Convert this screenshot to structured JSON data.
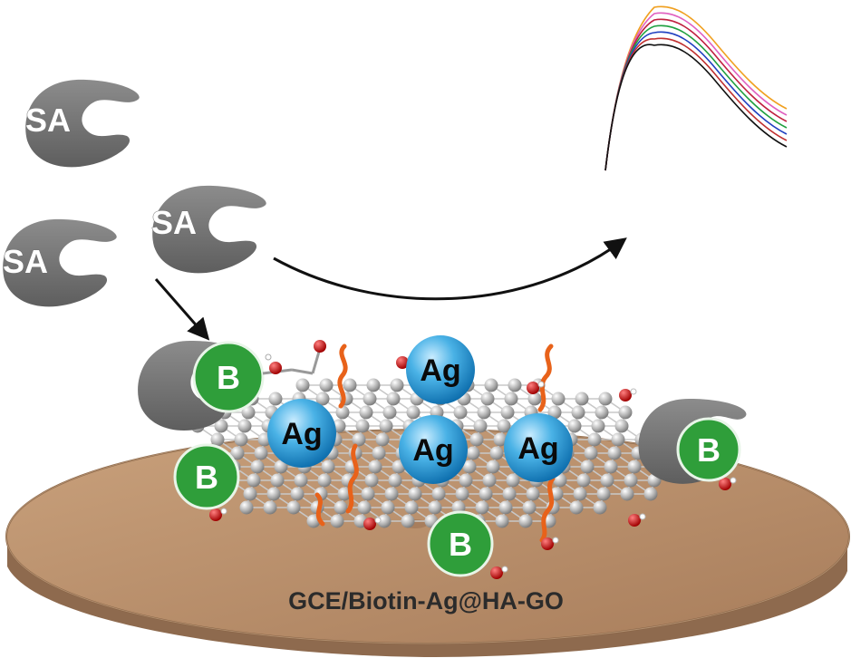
{
  "labels": {
    "streptavidin": "SA",
    "biotin": "B",
    "silver": "Ag",
    "electrode": "GCE/Biotin-Ag@HA-GO"
  },
  "colors": {
    "streptavidin": "#7a7a7a",
    "biotin": "#2f9e3a",
    "silver": "#3aa6dc",
    "electrode_top": "#b98e69",
    "electrode_side": "#8f6a4e",
    "graphene_atom": "#bdbdbd",
    "oxygen": "#c81e1e",
    "chain": "#e8621a",
    "curves": [
      "#f0a020",
      "#e060c0",
      "#c02040",
      "#20a040",
      "#2040c0",
      "#c03030",
      "#101010"
    ]
  },
  "icons": [
    "streptavidin-shape",
    "biotin-circle",
    "silver-nanoparticle",
    "graphene-sheet",
    "hydroxyl-group",
    "arrow"
  ]
}
